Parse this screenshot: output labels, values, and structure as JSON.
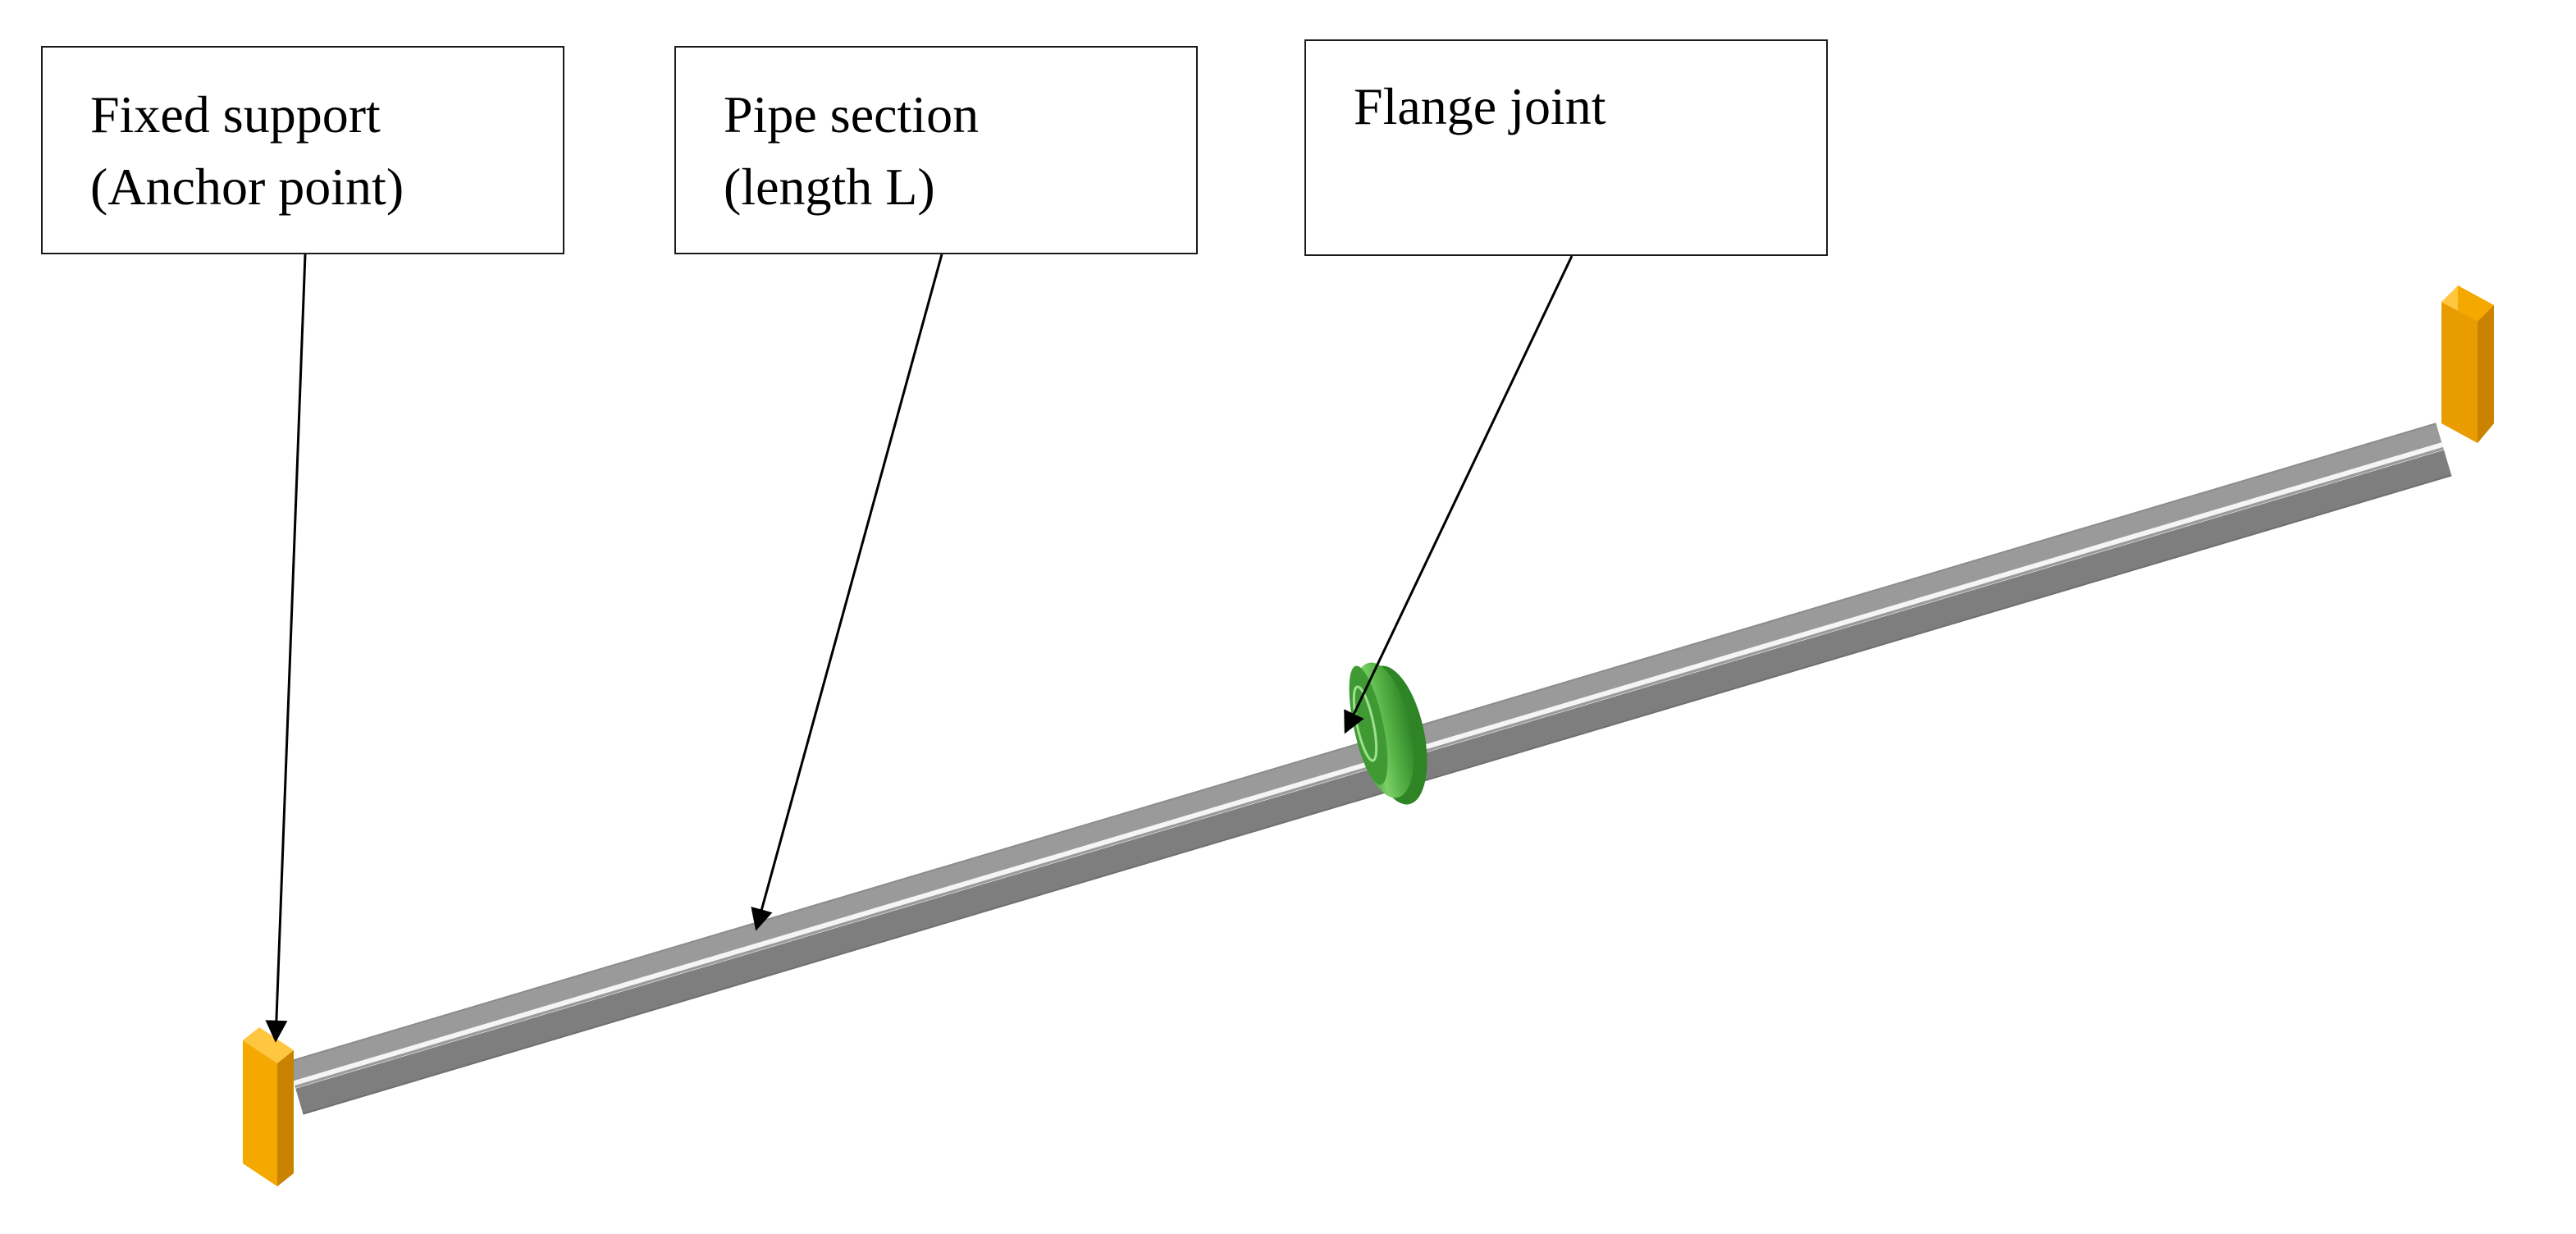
{
  "callouts": {
    "fixed_support": {
      "line1": "Fixed support",
      "line2": "(Anchor point)"
    },
    "pipe_section": {
      "line1": "Pipe section",
      "line2": "(length L)"
    },
    "flange_joint": {
      "line1": "Flange joint"
    }
  },
  "colors": {
    "pipe_light": "#f4f4f4",
    "pipe_mid": "#c9c9c9",
    "pipe_dark": "#8e8e8e",
    "support_face": "#f5a800",
    "support_side": "#c98300",
    "flange_light": "#a8e19a",
    "flange_mid": "#58b448",
    "flange_dark": "#2f8526",
    "leader": "#000000"
  }
}
